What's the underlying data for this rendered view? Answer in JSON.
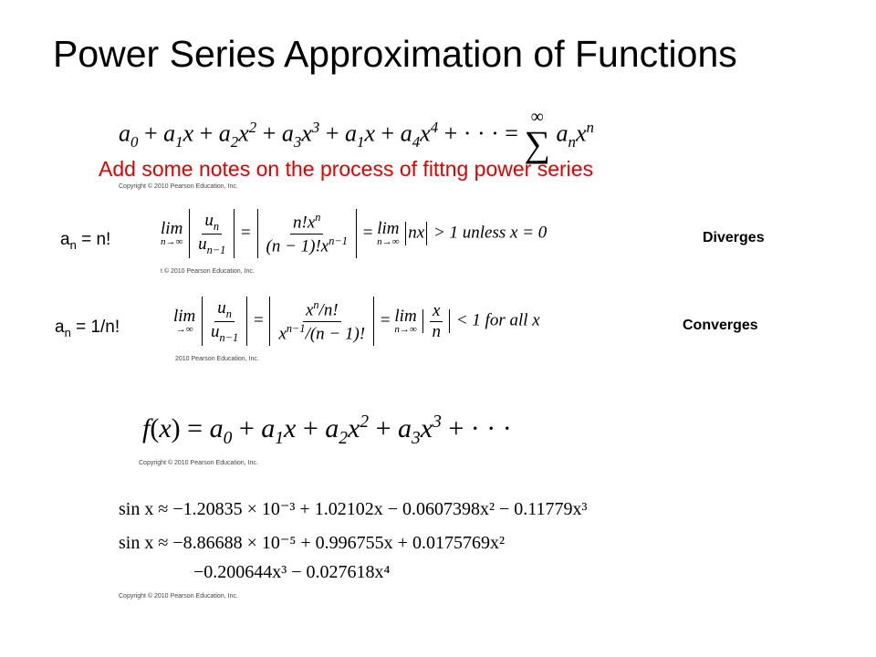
{
  "slide": {
    "title": "Power Series Approximation of Functions",
    "note": "Add some notes on the process of fittng power series",
    "copyright_full": "Copyright © 2010 Pearson Education, Inc.",
    "copyright_partial1": "t © 2010 Pearson Education, Inc.",
    "copyright_partial2": "2010 Pearson Education, Inc.",
    "row1": {
      "label_a": "a",
      "label_sub": "n",
      "label_rest": " = n!",
      "verdict": "Diverges",
      "tail": "> 1 unless x = 0"
    },
    "row2": {
      "label_a": "a",
      "label_sub": "n",
      "label_rest": " = 1/n!",
      "verdict": "Converges",
      "tail": "< 1 for all x"
    },
    "sin1": "sin x ≈ −1.20835 × 10⁻³ + 1.02102x − 0.0607398x² − 0.11779x³",
    "sin2": "sin x ≈ −8.86688 × 10⁻⁵ + 0.996755x + 0.0175769x²",
    "sin3": "−0.200644x³ − 0.027618x⁴"
  }
}
